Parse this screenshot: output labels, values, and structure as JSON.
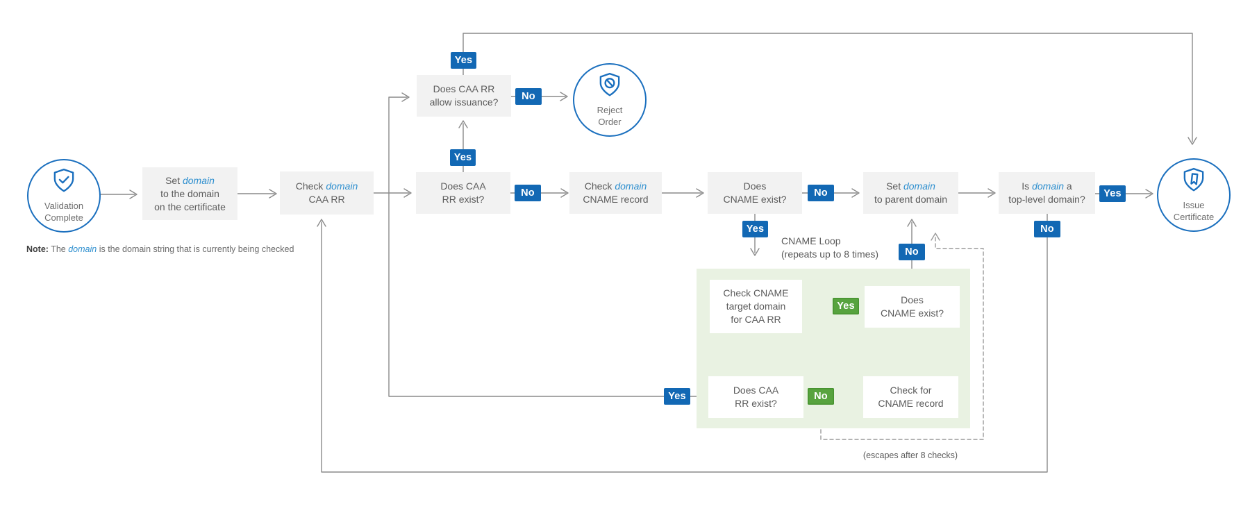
{
  "palette": {
    "accent_blue": "#1268b4",
    "stroke_blue": "#1a6fbe",
    "domain_blue": "#2e8fcf",
    "green": "#57a33e",
    "green_region_bg": "#e9f2e2",
    "box_bg": "#f2f2f2",
    "line_gray": "#8a8a8a"
  },
  "badges": {
    "yes": "Yes",
    "no": "No"
  },
  "terminals": {
    "validation": {
      "line1": "Validation",
      "line2": "Complete",
      "icon": "shield-check-icon"
    },
    "reject": {
      "line1": "Reject",
      "line2": "Order",
      "icon": "shield-block-icon"
    },
    "issue": {
      "line1": "Issue",
      "line2": "Certificate",
      "icon": "shield-certificate-icon"
    }
  },
  "boxes": {
    "set_domain_cert": {
      "l1a": "Set ",
      "l1b": "domain",
      "l2": "to the domain",
      "l3": "on the certificate"
    },
    "check_domain_caa": {
      "l1a": "Check ",
      "l1b": "domain",
      "l2": "CAA RR"
    },
    "caa_allow": {
      "l1": "Does CAA RR",
      "l2": "allow issuance?"
    },
    "caa_exist": {
      "l1": "Does CAA",
      "l2": "RR exist?"
    },
    "check_cname": {
      "l1a": "Check ",
      "l1b": "domain",
      "l2": "CNAME record"
    },
    "cname_exist": {
      "l1": "Does",
      "l2": "CNAME exist?"
    },
    "set_parent": {
      "l1a": "Set ",
      "l1b": "domain",
      "l2": "to parent domain"
    },
    "top_level": {
      "l1a": "Is ",
      "l1b": "domain",
      "l1c": " a",
      "l2": "top-level domain?"
    },
    "loop_check_target": {
      "l1": "Check CNAME",
      "l2": "target domain",
      "l3": "for CAA RR"
    },
    "loop_cname_exist": {
      "l1": "Does",
      "l2": "CNAME exist?"
    },
    "loop_caa_exist": {
      "l1": "Does CAA",
      "l2": "RR exist?"
    },
    "loop_check_cname": {
      "l1": "Check for",
      "l2": "CNAME record"
    }
  },
  "annotations": {
    "note_label": "Note:",
    "note_pre": " The ",
    "note_domain": "domain",
    "note_rest": " is the domain string that is currently being checked",
    "cname_loop_1": "CNAME Loop",
    "cname_loop_2": "(repeats up to 8 times)",
    "escape": "(escapes after 8 checks)"
  }
}
